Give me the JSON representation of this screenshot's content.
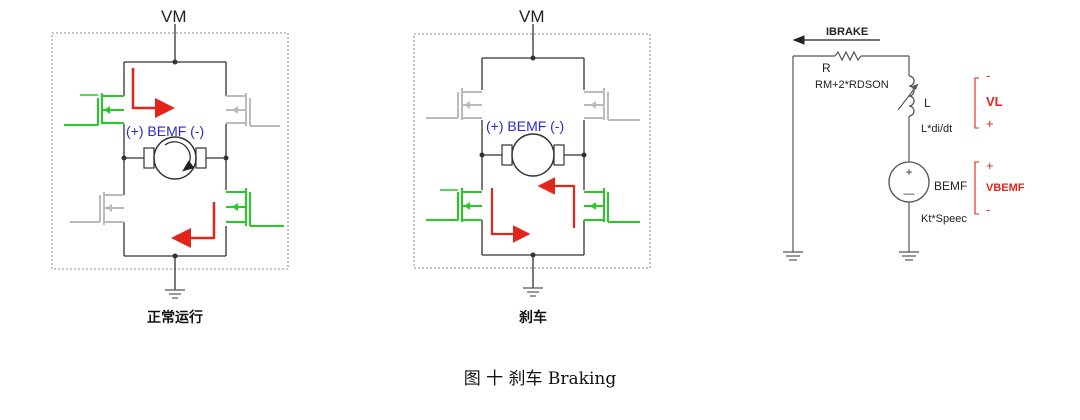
{
  "diagram_left": {
    "vm_label": "VM",
    "bemf_label": "(+)  BEMF (-)",
    "caption": "正常运行"
  },
  "diagram_middle": {
    "vm_label": "VM",
    "bemf_label": "(+)  BEMF (-)",
    "caption": "刹车"
  },
  "diagram_right": {
    "current_label": "IBRAKE",
    "r_label": "R",
    "r_formula": "RM+2*RDSON",
    "l_label": "L",
    "l_formula": "L*di/dt",
    "vl_label": "VL",
    "vl_minus": "-",
    "vl_plus": "+",
    "source_label": "BEMF",
    "source_formula": "Kt*Speec",
    "vbemf_label": "VBEMF",
    "vbemf_plus": "+",
    "vbemf_minus": "-",
    "src_plus": "+",
    "src_minus": "—"
  },
  "figure_caption": "图 十  刹车 Braking",
  "colors": {
    "green": "#22cc22",
    "red": "#e3241b",
    "blue": "#2a2ad0",
    "gray": "#bbbbbb",
    "dark": "#333333"
  }
}
